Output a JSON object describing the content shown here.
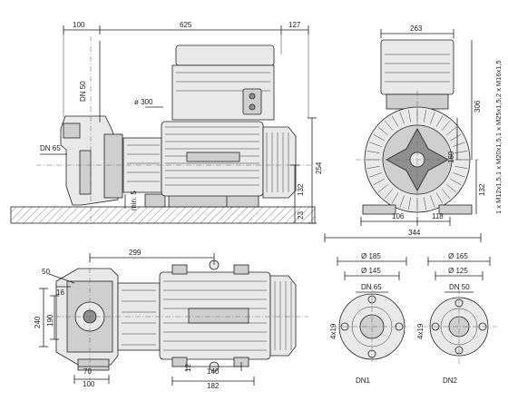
{
  "diagram": {
    "top_left": {
      "top_dims": [
        "100",
        "625",
        "127"
      ],
      "labels": {
        "dn50": "DN 50",
        "d300": "ø 300",
        "dn65": "DN 65",
        "min5": "min. 5",
        "h132": "132",
        "h254": "254",
        "h23": "23"
      }
    },
    "top_right": {
      "w263": "263",
      "h306": "306",
      "h160": "160",
      "h132": "132",
      "w106": "106",
      "w118": "118",
      "w344": "344",
      "cable_text": "1 x M12x1,5,1 x M20x1,5,1 x M25x1,5,2 x M16x1,5"
    },
    "bottom_left": {
      "top_dim": "299",
      "labels": {
        "l50": "50",
        "l16": "16",
        "l240": "240",
        "l190": "190",
        "l70": "70",
        "l100": "100",
        "l12": "12",
        "l140": "140",
        "l182": "182"
      }
    },
    "bottom_right": {
      "dn1": {
        "d185": "Ø 185",
        "d145": "Ø 145",
        "dn": "DN 65",
        "holes": "4x19",
        "label": "DN1"
      },
      "dn2": {
        "d165": "Ø 165",
        "d125": "Ø 125",
        "dn": "DN 50",
        "holes": "4x19",
        "label": "DN2"
      }
    }
  }
}
